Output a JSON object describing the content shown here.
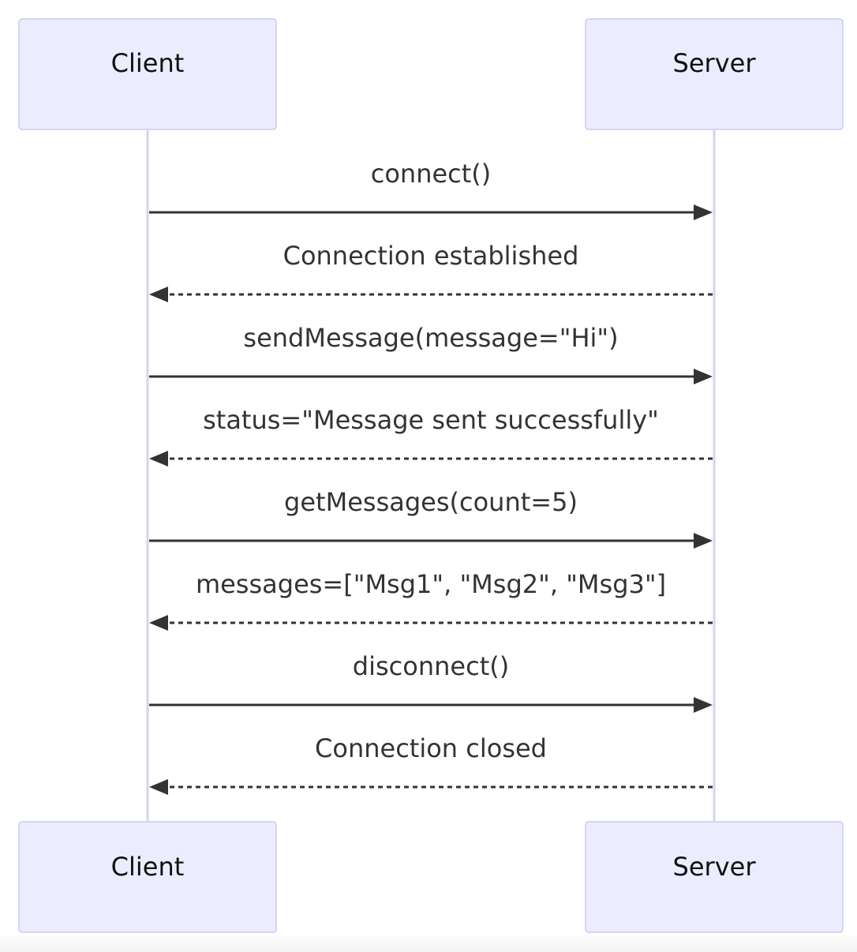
{
  "participants": {
    "client": "Client",
    "server": "Server"
  },
  "messages": [
    {
      "label": "connect()",
      "from": "client",
      "to": "server",
      "style": "solid"
    },
    {
      "label": "Connection established",
      "from": "server",
      "to": "client",
      "style": "dashed"
    },
    {
      "label": "sendMessage(message=\"Hi\")",
      "from": "client",
      "to": "server",
      "style": "solid"
    },
    {
      "label": "status=\"Message sent successfully\"",
      "from": "server",
      "to": "client",
      "style": "dashed"
    },
    {
      "label": "getMessages(count=5)",
      "from": "client",
      "to": "server",
      "style": "solid"
    },
    {
      "label": "messages=[\"Msg1\", \"Msg2\", \"Msg3\"]",
      "from": "server",
      "to": "client",
      "style": "dashed"
    },
    {
      "label": "disconnect()",
      "from": "client",
      "to": "server",
      "style": "solid"
    },
    {
      "label": "Connection closed",
      "from": "server",
      "to": "client",
      "style": "dashed"
    }
  ],
  "colors": {
    "actor_fill": "#ececff",
    "actor_border": "#cdc9f0",
    "lifeline": "#d6d3f0",
    "message_line": "#333333"
  }
}
